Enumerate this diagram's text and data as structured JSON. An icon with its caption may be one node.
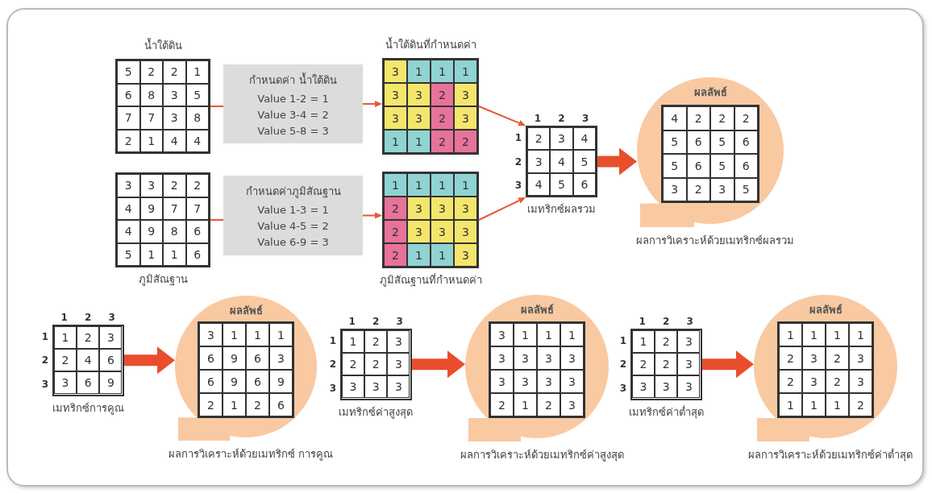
{
  "diagram": {
    "nodes": [
      {
        "text": [
          "น้ำใต้ดิน",
          "5",
          "2",
          "2",
          "1",
          "6",
          "8",
          "3",
          "5",
          "7",
          "7",
          "3",
          "8",
          "2",
          "1",
          "4",
          "4"
        ]
      },
      {
        "text": [
          "กำหนดค่า น้ำใต้ดิน",
          "Value 1-2 = 1",
          "Value 3-4 = 2",
          "Value 5-8 = 3"
        ]
      },
      {
        "text": [
          "น้ำใต้ดินที่กำหนดค่า",
          "3",
          "1",
          "1",
          "1",
          "3",
          "3",
          "2",
          "3",
          "3",
          "3",
          "2",
          "3",
          "1",
          "1",
          "2",
          "2"
        ]
      },
      {
        "text": [
          "ภูมิสัณฐาน",
          "3",
          "3",
          "2",
          "2",
          "4",
          "9",
          "7",
          "7",
          "4",
          "9",
          "8",
          "6",
          "5",
          "1",
          "1",
          "6"
        ]
      },
      {
        "text": [
          "กำหนดค่าภูมิสัณฐาน",
          "Value 1-3 = 1",
          "Value 4-5 = 2",
          "Value 6-9 = 3"
        ]
      },
      {
        "text": [
          "ภูมิสัณฐานที่กำหนดค่า",
          "1",
          "1",
          "1",
          "1",
          "2",
          "3",
          "3",
          "3",
          "2",
          "3",
          "3",
          "3",
          "2",
          "1",
          "1",
          "3"
        ]
      },
      {
        "text": [
          "เมทริกซ์ผลรวม",
          "2",
          "3",
          "4",
          "3",
          "4",
          "5",
          "4",
          "5",
          "6"
        ],
        "beside": [
          "1",
          "2",
          "3",
          "1",
          "2",
          "3"
        ]
      },
      {
        "text": [
          "ผลลัพธ์"
        ],
        "beside": [
          "ผลการวิเคราะห์ด้วยเมทริกซ์ผลรวม"
        ]
      },
      {
        "text": [
          "4",
          "2",
          "2",
          "2",
          "5",
          "6",
          "5",
          "6",
          "5",
          "6",
          "5",
          "6",
          "3",
          "2",
          "3",
          "5"
        ],
        "in": 7
      },
      {
        "text": [
          "เมทริกซ์การคูณ",
          "1",
          "2",
          "3",
          "2",
          "4",
          "6",
          "3",
          "6",
          "9"
        ],
        "beside": [
          "1",
          "2",
          "3",
          "1",
          "2",
          "3"
        ]
      },
      {
        "text": [
          "ผลลัพธ์"
        ],
        "beside": [
          "ผลการวิเคราะห์ด้วยเมทริกซ์ การคูณ"
        ]
      },
      {
        "text": [
          "3",
          "1",
          "1",
          "1",
          "6",
          "9",
          "6",
          "3",
          "6",
          "9",
          "6",
          "9",
          "2",
          "1",
          "2",
          "6"
        ],
        "in": 10
      },
      {
        "text": [
          "เมทริกซ์ค่าสูงสุด",
          "1",
          "2",
          "3",
          "2",
          "2",
          "3",
          "3",
          "3",
          "3"
        ],
        "beside": [
          "1",
          "2",
          "3",
          "1",
          "2",
          "3"
        ]
      },
      {
        "text": [
          "ผลลัพธ์"
        ],
        "beside": [
          "ผลการวิเคราะห์ด้วยเมทริกซ์ค่าสูงสุด"
        ]
      },
      {
        "text": [
          "3",
          "1",
          "1",
          "1",
          "3",
          "3",
          "3",
          "3",
          "3",
          "3",
          "3",
          "3",
          "2",
          "1",
          "2",
          "3"
        ],
        "in": 13
      },
      {
        "text": [
          "เมทริกซ์ค่าต่ำสุด",
          "1",
          "2",
          "3",
          "2",
          "2",
          "3",
          "3",
          "3",
          "3"
        ],
        "beside": [
          "1",
          "2",
          "3",
          "1",
          "2",
          "3"
        ]
      },
      {
        "text": [
          "ผลลัพธ์"
        ],
        "beside": [
          "ผลการวิเคราะห์ด้วยเมทริกซ์ค่าต่ำสุด"
        ]
      },
      {
        "text": [
          "1",
          "1",
          "1",
          "1",
          "2",
          "3",
          "2",
          "3",
          "2",
          "3",
          "2",
          "3",
          "1",
          "1",
          "1",
          "2"
        ],
        "in": 16
      }
    ],
    "edges": [
      {
        "from": 0,
        "to": 1,
        "arrow": "none"
      },
      {
        "from": 1,
        "to": 2,
        "arrow": "to"
      },
      {
        "from": 3,
        "to": 4,
        "arrow": "none"
      },
      {
        "from": 4,
        "to": 5,
        "arrow": "to"
      },
      {
        "from": 2,
        "to": 6,
        "arrow": "to"
      },
      {
        "from": 5,
        "to": 6,
        "arrow": "to"
      },
      {
        "from": 6,
        "to": 7,
        "arrow": "to",
        "style": "thick"
      },
      {
        "from": 9,
        "to": 10,
        "arrow": "to",
        "style": "thick"
      },
      {
        "from": 12,
        "to": 13,
        "arrow": "to",
        "style": "thick"
      },
      {
        "from": 15,
        "to": 16,
        "arrow": "to",
        "style": "thick"
      }
    ]
  }
}
